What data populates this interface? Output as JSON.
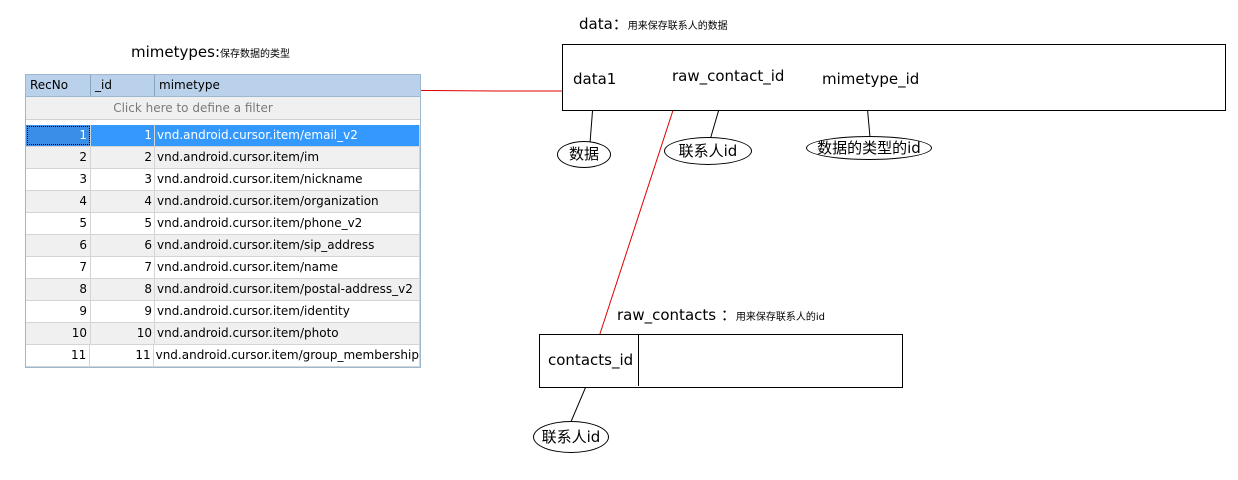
{
  "mimetypes_panel": {
    "title": "mimetypes:",
    "subtitle": "保存数据的类型",
    "columns": [
      "RecNo",
      "_id",
      "mimetype"
    ],
    "filter_text": "Click here to define a filter",
    "rows": [
      {
        "recno": "1",
        "id": "1",
        "mimetype": "vnd.android.cursor.item/email_v2"
      },
      {
        "recno": "2",
        "id": "2",
        "mimetype": "vnd.android.cursor.item/im"
      },
      {
        "recno": "3",
        "id": "3",
        "mimetype": "vnd.android.cursor.item/nickname"
      },
      {
        "recno": "4",
        "id": "4",
        "mimetype": "vnd.android.cursor.item/organization"
      },
      {
        "recno": "5",
        "id": "5",
        "mimetype": "vnd.android.cursor.item/phone_v2"
      },
      {
        "recno": "6",
        "id": "6",
        "mimetype": "vnd.android.cursor.item/sip_address"
      },
      {
        "recno": "7",
        "id": "7",
        "mimetype": "vnd.android.cursor.item/name"
      },
      {
        "recno": "8",
        "id": "8",
        "mimetype": "vnd.android.cursor.item/postal-address_v2"
      },
      {
        "recno": "9",
        "id": "9",
        "mimetype": "vnd.android.cursor.item/identity"
      },
      {
        "recno": "10",
        "id": "10",
        "mimetype": "vnd.android.cursor.item/photo"
      },
      {
        "recno": "11",
        "id": "11",
        "mimetype": "vnd.android.cursor.item/group_membership"
      }
    ]
  },
  "data_table": {
    "title": "data：",
    "subtitle": "用来保存联系人的数据",
    "fields": [
      "data1",
      "raw_contact_id",
      "mimetype_id"
    ],
    "notes": [
      "数据",
      "联系人id",
      "数据的类型的id"
    ]
  },
  "raw_contacts_table": {
    "title": "raw_contacts ：",
    "subtitle": "用来保存联系人的id",
    "fields": [
      "contacts_id"
    ],
    "notes": [
      "联系人id"
    ]
  },
  "colors": {
    "link_line": "#e00000",
    "selected_row": "#3399ff",
    "header_bg": "#b9d1ea"
  }
}
